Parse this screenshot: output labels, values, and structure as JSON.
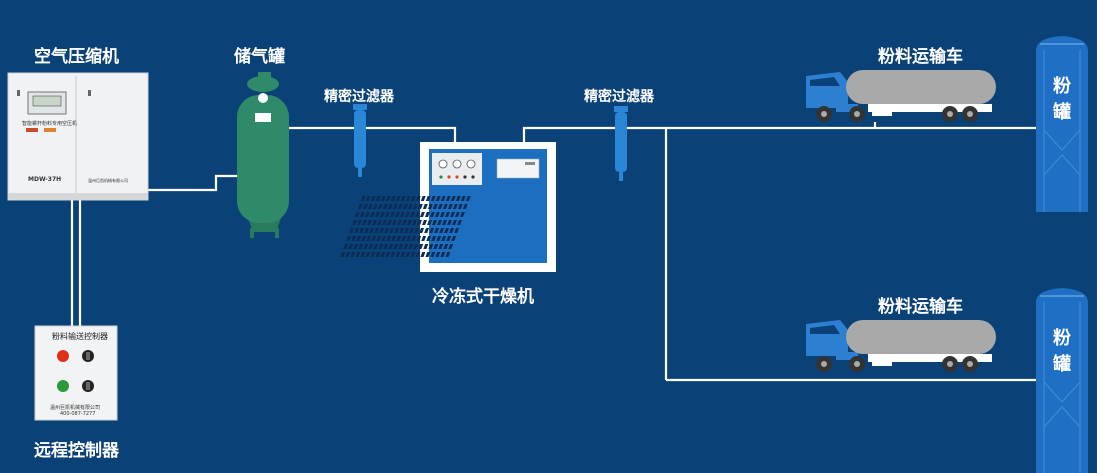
{
  "labels": {
    "compressor": "空气压缩机",
    "air_tank": "储气罐",
    "filter_1": "精密过滤器",
    "filter_2": "精密过滤器",
    "dryer": "冷冻式干燥机",
    "truck_1": "粉料运输车",
    "truck_2": "粉料运输车",
    "controller": "远程控制器",
    "silo_1": "粉罐",
    "silo_2": "粉罐"
  },
  "compressor_panel": {
    "title": "智能螺杆粉料专用空压机",
    "model": "MDW-37H",
    "maker": "温州巨凯机械有限公司"
  },
  "controller_panel": {
    "title": "粉料输送控制器",
    "company": "温州巨凯机械有限公司",
    "phone": "400-087-7277"
  },
  "colors": {
    "background": "#0a4278",
    "pipe": "#ffffff",
    "tank": "#2f8a6a",
    "filter": "#2a86d6",
    "dryer": "#1c6fc0",
    "truck_cab": "#2d7fd2",
    "silo": "#1f6fc4",
    "truck_tank": "#a9a9a9"
  }
}
